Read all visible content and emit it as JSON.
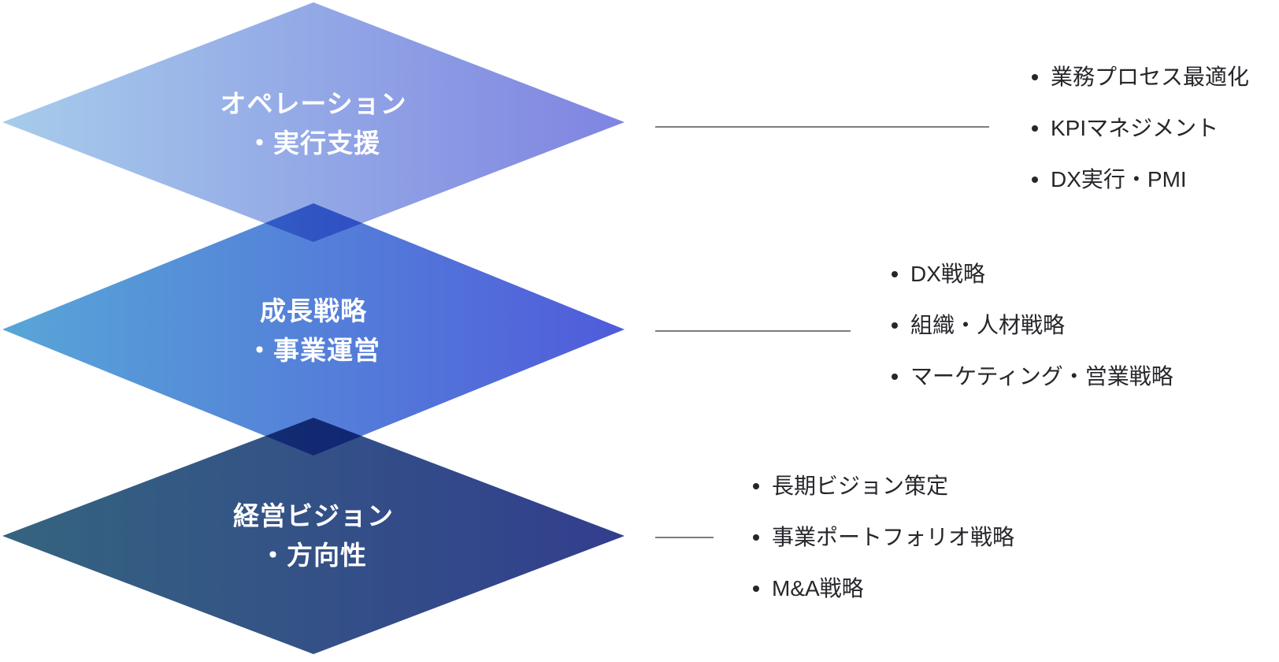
{
  "diagram": {
    "background": "#FFFFFF",
    "connector_color": "#7D7D7D",
    "text_color": "#26262B",
    "layers": [
      {
        "id": "operation",
        "label_line1": "オペレーション",
        "label_line2": "・実行支援",
        "gradient": {
          "start": "#A7CCEB",
          "end": "#7F84E1"
        },
        "items": [
          "業務プロセス最適化",
          "KPIマネジメント",
          "DX実行・PMI"
        ]
      },
      {
        "id": "growth",
        "label_line1": "成長戦略",
        "label_line2": "・事業運営",
        "gradient": {
          "start": "#58A6D7",
          "end": "#505BDB"
        },
        "items": [
          "DX戦略",
          "組織・人材戦略",
          "マーケティング・営業戦略"
        ]
      },
      {
        "id": "vision",
        "label_line1": "経営ビジョン",
        "label_line2": "・方向性",
        "gradient": {
          "start": "#35647F",
          "end": "#323E8E"
        },
        "items": [
          "長期ビジョン策定",
          "事業ポートフォリオ戦略",
          "M&A戦略"
        ]
      }
    ]
  }
}
